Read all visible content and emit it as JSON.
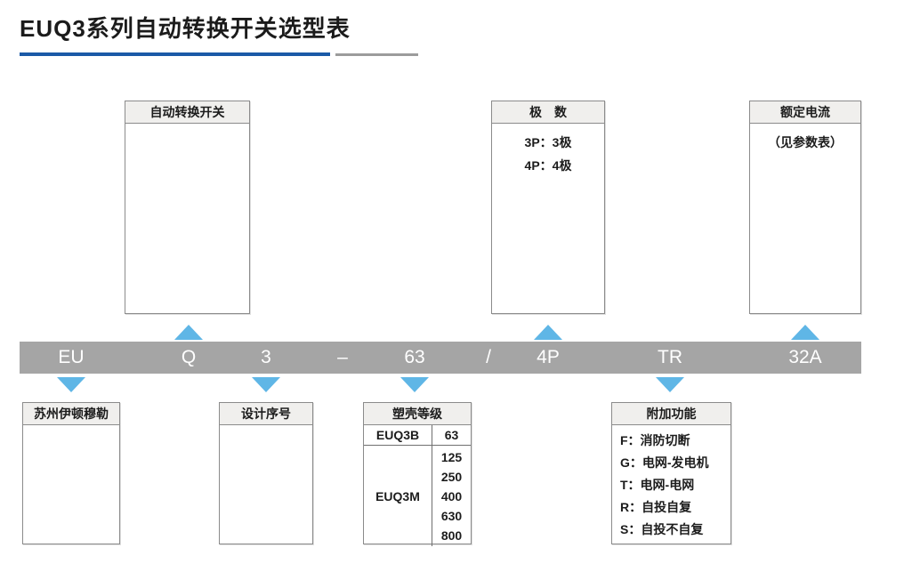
{
  "title": "EUQ3系列自动转换开关选型表",
  "colors": {
    "accent_blue": "#1b5aa7",
    "secondary_gray": "#9c9c9c",
    "bar_gray": "#a5a5a5",
    "arrow_blue": "#5fb6e6",
    "header_fill": "#f0efed"
  },
  "code_bar": {
    "segments": [
      {
        "label": "EU"
      },
      {
        "label": "Q"
      },
      {
        "label": "3"
      },
      {
        "label": "–"
      },
      {
        "label": "63"
      },
      {
        "label": "/"
      },
      {
        "label": "4P"
      },
      {
        "label": "TR"
      },
      {
        "label": "32A"
      }
    ]
  },
  "top_boxes": [
    {
      "header": "自动转换开关",
      "lines": []
    },
    {
      "header": "极　数",
      "lines": [
        "3P：3极",
        "4P：4极"
      ]
    },
    {
      "header": "额定电流",
      "lines": [
        "（见参数表）"
      ]
    }
  ],
  "bottom_boxes": [
    {
      "header": "苏州伊顿穆勒",
      "lines": []
    },
    {
      "header": "设计序号",
      "lines": []
    },
    {
      "header": "塑壳等级",
      "table": {
        "rows": [
          {
            "model": "EUQ3B",
            "ratings": [
              "63"
            ]
          },
          {
            "model": "EUQ3M",
            "ratings": [
              "125",
              "250",
              "400",
              "630",
              "800"
            ]
          }
        ]
      }
    },
    {
      "header": "附加功能",
      "lines": [
        "F：消防切断",
        "G：电网-发电机",
        "T：电网-电网",
        "R：自投自复",
        "S：自投不自复"
      ]
    }
  ]
}
